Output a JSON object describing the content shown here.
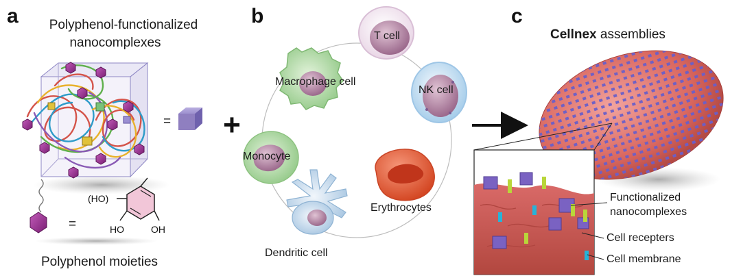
{
  "panels": {
    "a": {
      "letter": "a",
      "title_line1": "Polyphenol-functionalized",
      "title_line2": "nanocomplexes",
      "equals_sign": "=",
      "moiety_equals": "=",
      "chem_ho_paren": "(HO)",
      "chem_ho_left": "HO",
      "chem_oh_right": "OH",
      "caption": "Polyphenol moieties"
    },
    "plus_sign": "+",
    "b": {
      "letter": "b",
      "cells": {
        "t_cell": "T cell",
        "nk_cell": "NK cell",
        "macrophage": "Macrophage cell",
        "monocyte": "Monocyte",
        "erythrocytes": "Erythrocytes",
        "dendritic": "Dendritic cell"
      }
    },
    "c": {
      "letter": "c",
      "title_bold": "Cellnex",
      "title_rest": " assemblies",
      "callouts": {
        "functionalized_line1": "Functionalized",
        "functionalized_line2": "nanocomplexes",
        "receptors": "Cell recepters",
        "membrane": "Cell membrane"
      }
    }
  },
  "colors": {
    "cube_face": "#8f7fc0",
    "polyphenol": "#9b2f93",
    "macrophage": "#a8d59a",
    "t_cell": "#f1e4ef",
    "nk_cell": "#bcd9ef",
    "nucleus": "#b98aa8",
    "erythrocyte": "#e85a3a",
    "dendritic": "#d3e3f2",
    "cell_sphere": "#d96b6b",
    "nanocomplex_dot": "#6a5fc8",
    "receptor_green": "#b9d63a",
    "receptor_cyan": "#27b3d8"
  }
}
